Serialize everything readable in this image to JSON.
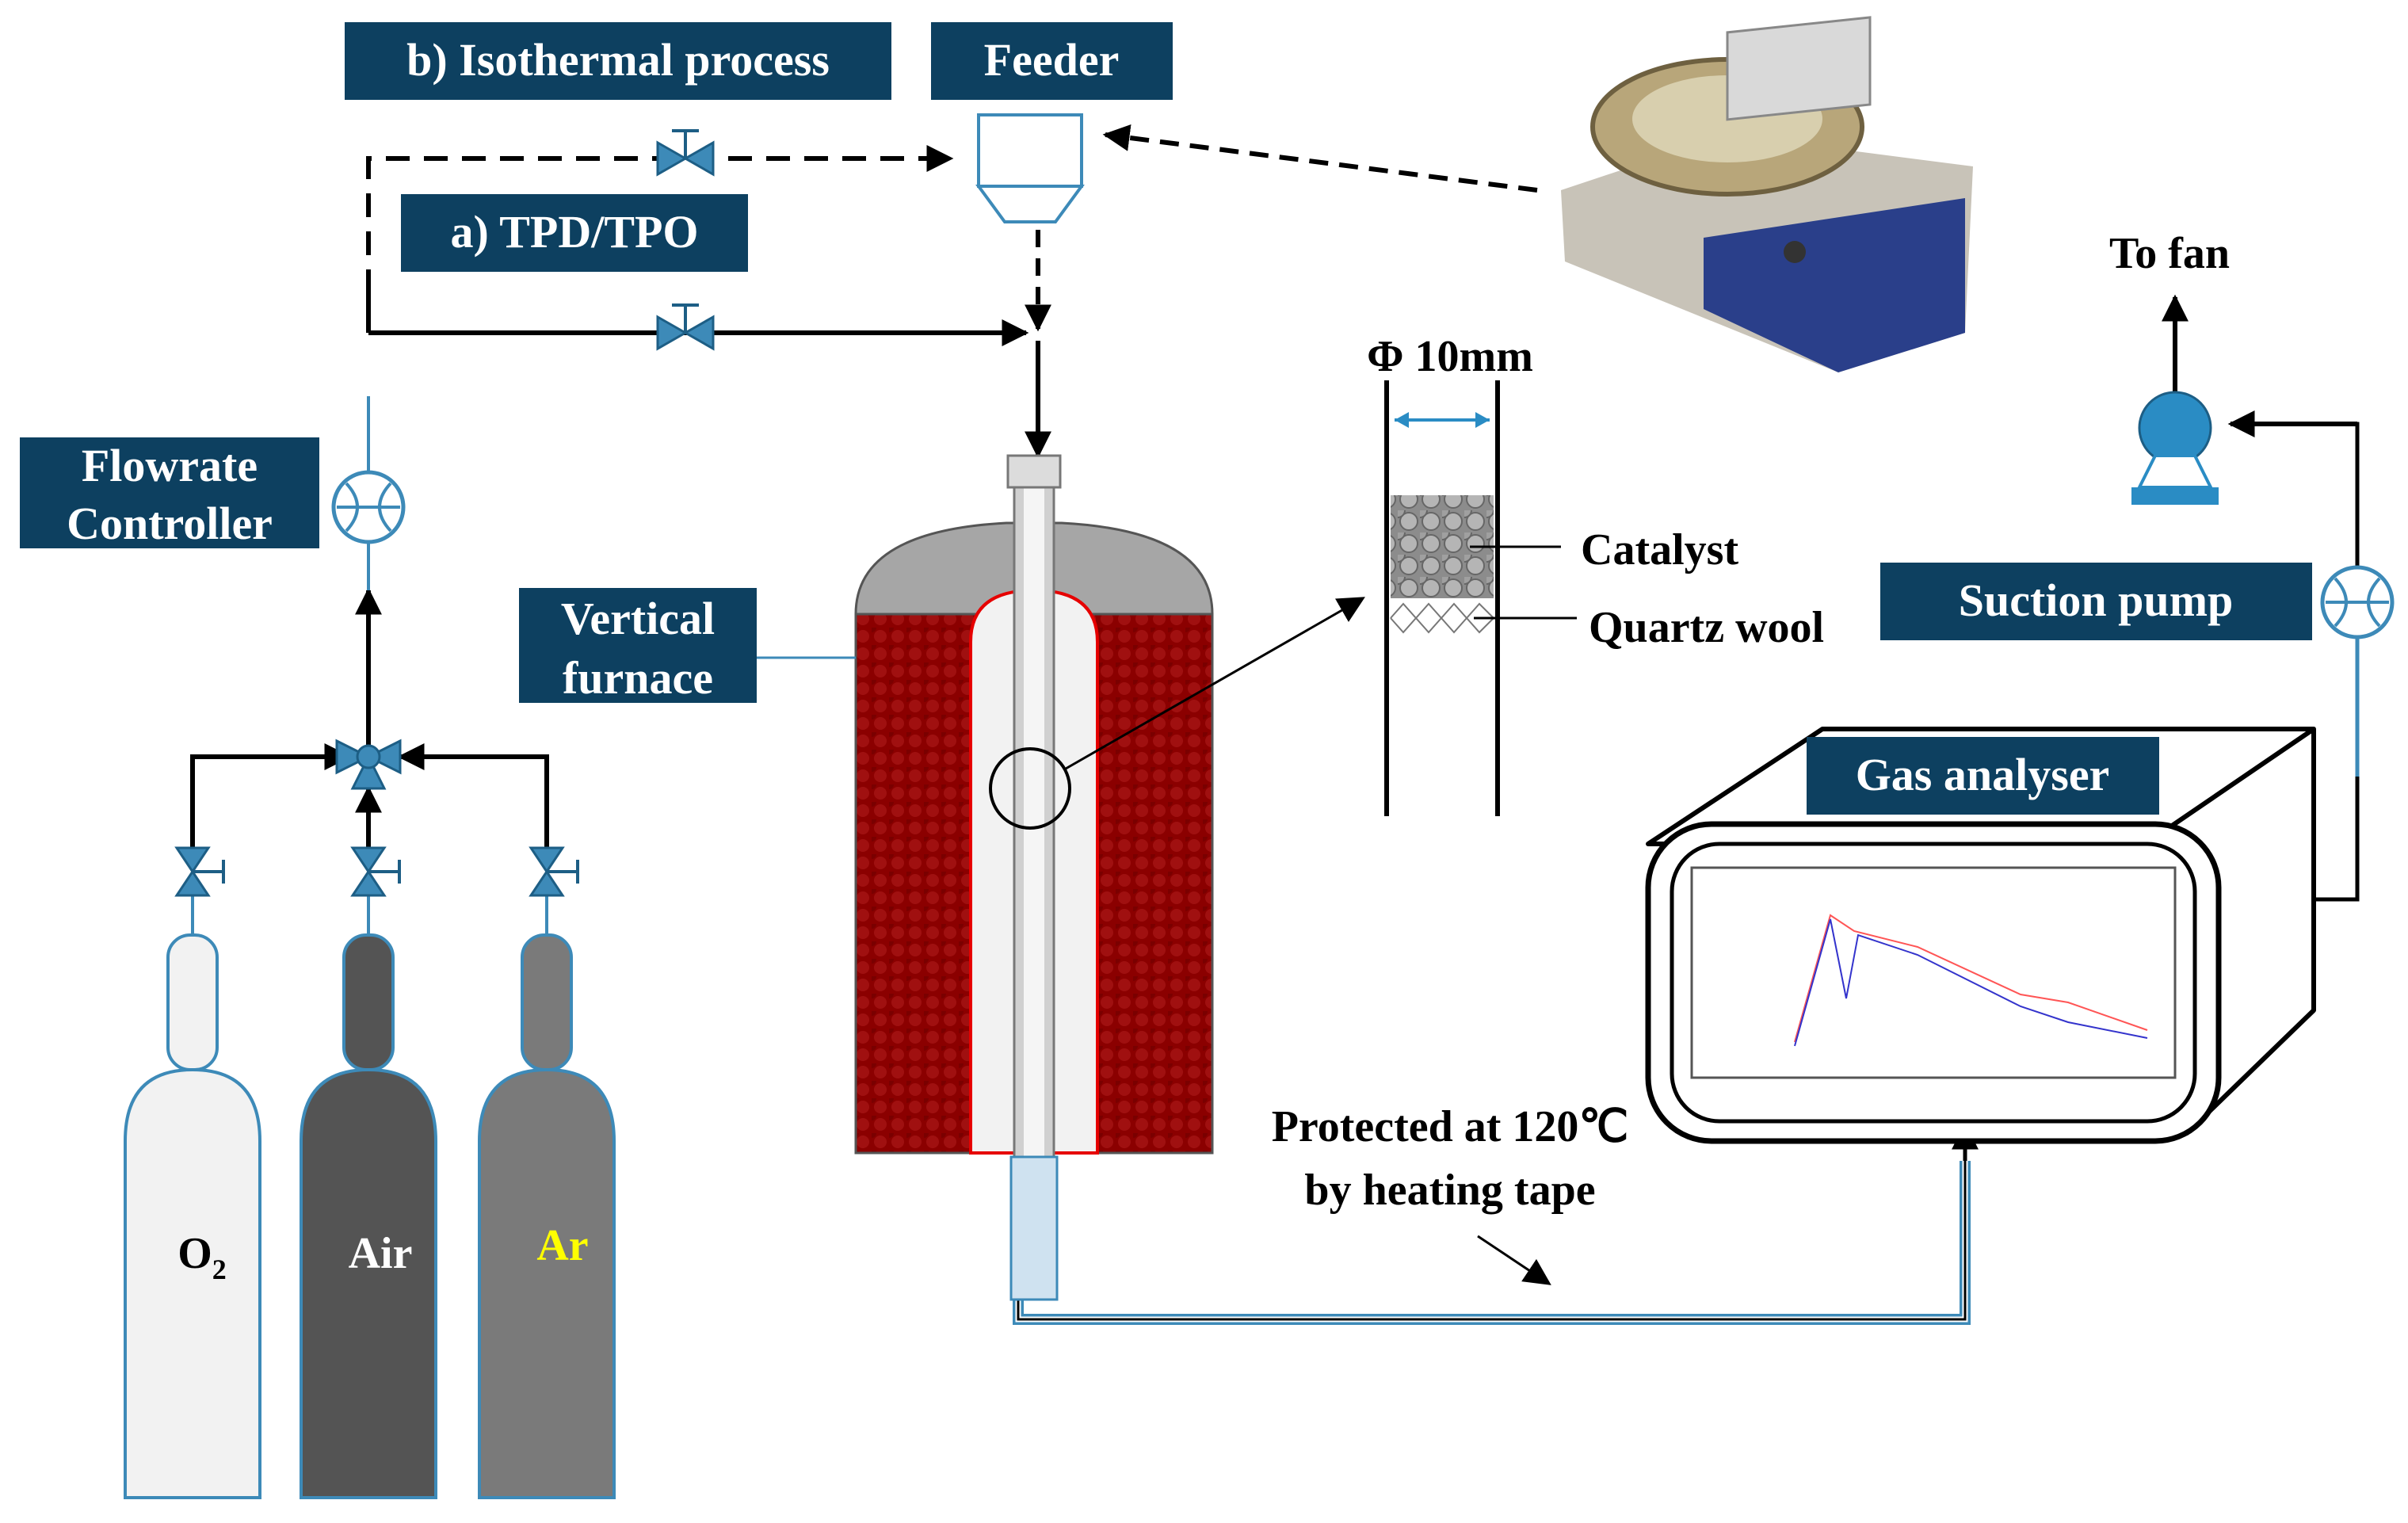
{
  "labels": {
    "isothermal": "b) Isothermal process",
    "tpd": "a)  TPD/TPO",
    "feeder": "Feeder",
    "flowrate_line1": "Flowrate",
    "flowrate_line2": "Controller",
    "furnace_line1": "Vertical",
    "furnace_line2": "furnace",
    "diameter": "Φ 10mm",
    "catalyst": "Catalyst",
    "quartz": "Quartz wool",
    "to_fan": "To fan",
    "suction_pump": "Suction pump",
    "gas_analyser": "Gas analyser",
    "heating_line1": "Protected at 120℃",
    "heating_line2": "by heating tape"
  },
  "cylinders": [
    {
      "label_main": "O",
      "label_sub": "2",
      "body_color": "#f2f2f2",
      "text_color": "#000000"
    },
    {
      "label_main": "Air",
      "label_sub": "",
      "body_color": "#545454",
      "text_color": "#ffffff"
    },
    {
      "label_main": "Ar",
      "label_sub": "",
      "body_color": "#7a7a7a",
      "text_color": "#ffff00"
    }
  ],
  "colors": {
    "label_box": "#0d4060",
    "pipe_blue": "#3d8ab8",
    "valve_blue": "#3d8ab8",
    "furnace_red": "#8b0000",
    "furnace_top": "#a6a6a6",
    "pump_blue": "#2a8cc4"
  }
}
